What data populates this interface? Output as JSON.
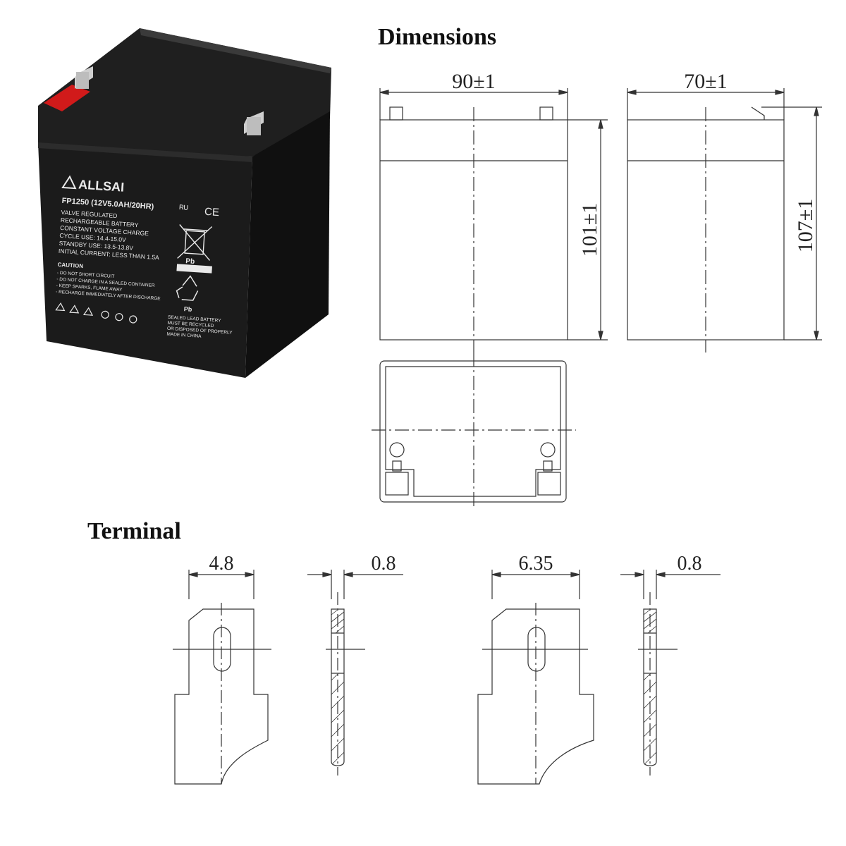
{
  "headings": {
    "dimensions": "Dimensions",
    "terminal": "Terminal"
  },
  "battery": {
    "brand": "ALLSAI",
    "model": "FP1250 (12V5.0AH/20HR)",
    "spec_lines": [
      "VALVE REGULATED",
      "RECHARGEABLE BATTERY",
      "CONSTANT VOLTAGE CHARGE",
      "CYCLE USE: 14.4-15.0V",
      "STANDBY USE: 13.5-13.8V",
      "INITIAL CURRENT: LESS THAN 1.5A"
    ],
    "caution_title": "CAUTION",
    "caution_lines": [
      "- DO NOT SHORT CIRCUIT",
      "- DO NOT CHARGE IN A SEALED CONTAINER",
      "- KEEP SPARKS, FLAME AWAY",
      "- RECHARGE IMMEDIATELY AFTER DISCHARGE"
    ],
    "pb_label": "Pb",
    "recycle_lines": [
      "SEALED LEAD BATTERY",
      "MUST BE RECYCLED",
      "OR DISPOSED OF PROPERLY",
      "MADE IN CHINA"
    ],
    "ce_mark": "CE",
    "ul_mark": "ᴿᵁ",
    "colors": {
      "case": "#1a1a1a",
      "terminal_positive": "#d11a1a",
      "label_text": "#e9e9e9"
    }
  },
  "dimensions": {
    "front_width": "90±1",
    "side_width": "70±1",
    "front_height": "101±1",
    "side_height": "107±1"
  },
  "terminals": {
    "t1_width": "4.8",
    "t1_thickness": "0.8",
    "t2_width": "6.35",
    "t2_thickness": "0.8"
  }
}
